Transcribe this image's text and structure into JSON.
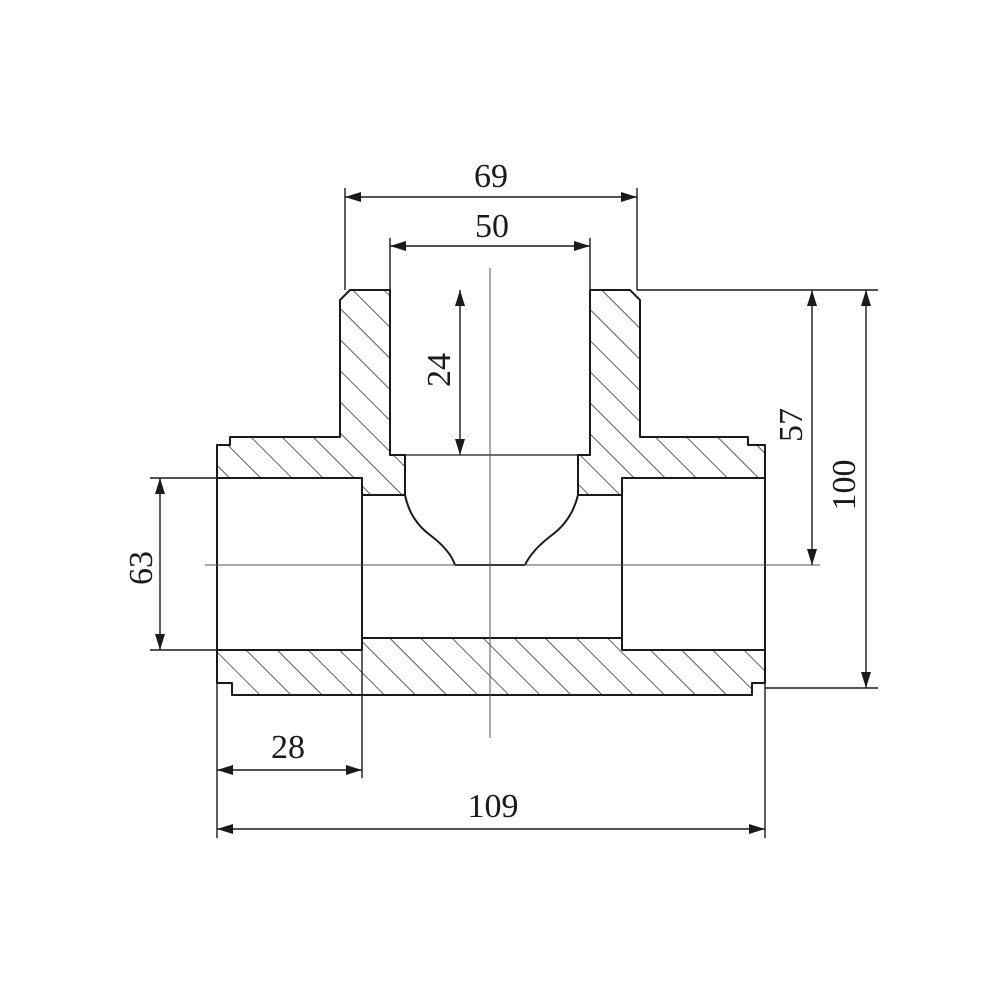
{
  "drawing": {
    "dimensions": {
      "top_outer_width": "69",
      "top_inner_width": "50",
      "branch_socket_depth": "24",
      "run_bore_diameter": "63",
      "center_to_branch_end": "57",
      "overall_height": "100",
      "run_socket_depth": "28",
      "overall_length": "109"
    },
    "colors": {
      "line": "#1a1a1a",
      "background": "#ffffff"
    }
  }
}
